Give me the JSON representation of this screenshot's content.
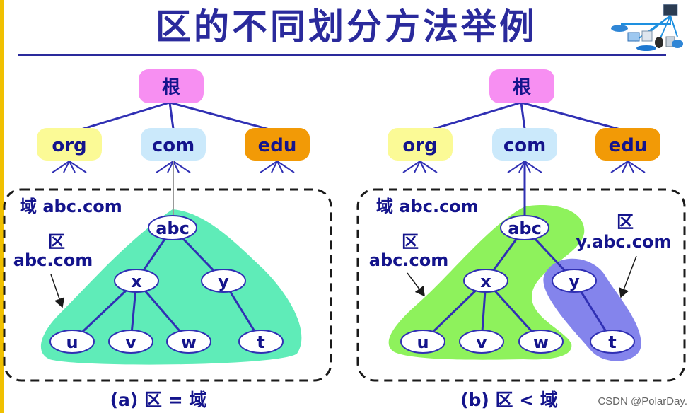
{
  "title": "区的不同划分方法举例",
  "watermark": "CSDN @PolarDay.",
  "panels": [
    {
      "root": "根",
      "tlds": [
        "org",
        "com",
        "edu"
      ],
      "domain_label": "域 abc.com",
      "zone_label_line1": "区",
      "zone_label_line2": "abc.com",
      "nodes": {
        "abc": "abc",
        "x": "x",
        "y": "y",
        "u": "u",
        "v": "v",
        "w": "w",
        "t": "t"
      },
      "caption": "(a) 区 = 域"
    },
    {
      "root": "根",
      "tlds": [
        "org",
        "com",
        "edu"
      ],
      "domain_label": "域 abc.com",
      "zone_label_line1": "区",
      "zone_label_line2": "abc.com",
      "zone2_label_line1": "区",
      "zone2_label_line2": "y.abc.com",
      "nodes": {
        "abc": "abc",
        "x": "x",
        "y": "y",
        "u": "u",
        "v": "v",
        "w": "w",
        "t": "t"
      },
      "caption": "(b) 区 < 域"
    }
  ],
  "colors": {
    "title": "#2a2a9c",
    "root_fill": "#f78ff2",
    "org_fill": "#fbfa96",
    "com_fill": "#cbe9fb",
    "edu_fill": "#f29a06",
    "zone_teal": "#5fecb8",
    "zone_green": "#8ef25c",
    "zone_blue": "#8484ec",
    "line": "#3030b4",
    "text": "#14148c"
  }
}
